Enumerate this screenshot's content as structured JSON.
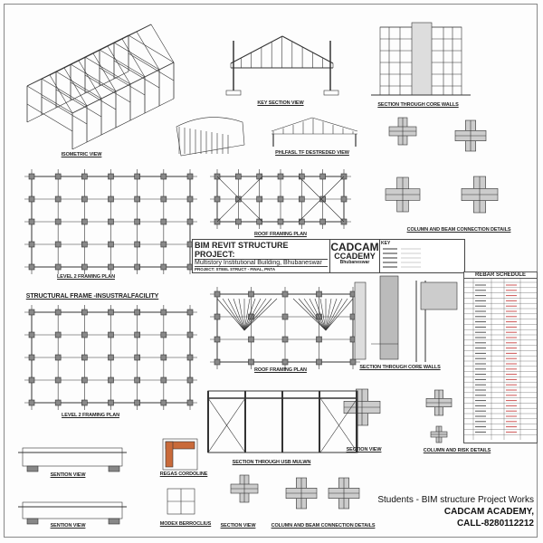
{
  "labels": [
    {
      "text": "ISOMETRIC VIEW"
    },
    {
      "text": "KEY SECTION VIEW"
    },
    {
      "text": "SECTION THROUGH CORE WALLS"
    },
    {
      "text": "PHLFASL TF DESTREDED VIEW"
    },
    {
      "text": "LEVEL 2 FRAMING PLAN"
    },
    {
      "text": "ROOF FRAMING PLAN"
    },
    {
      "text": "COLUMN AND BEAM CONNECTION DETAILS"
    },
    {
      "text": "STRUCTURAL FRAME -INSUSTRALFACILITY"
    },
    {
      "text": "LEVEL 2 FRAMING PLAN"
    },
    {
      "text": "ROOF FRAMING PLAN"
    },
    {
      "text": "SECTION THROUGH CORE WALLS"
    },
    {
      "text": "SECTION VIEW"
    },
    {
      "text": "COLUMN AND RISK DETAILS"
    },
    {
      "text": "SECTION THROUGH USB MULWN"
    },
    {
      "text": "SENTION VIEW"
    },
    {
      "text": "REGAS CORDOLINE"
    },
    {
      "text": "SENTION VIEW"
    },
    {
      "text": "MODEX BERROCLIUS"
    },
    {
      "text": "SECTION VIEW"
    },
    {
      "text": "COLUMN AND BEAM CONNECTION DETAILS"
    }
  ],
  "title_block": {
    "title": "BIM REVIT STRUCTURE PROJECT:",
    "subtitle": "Multistory Institutional Building, Bhubaneswar",
    "project": "PROJECT: STEEL STRUCT - FINAL, PNTA",
    "brand_1": "CADCAM",
    "brand_2": "CCADEMY",
    "brand_city": "Bhubaneswar",
    "key_label": "KEY"
  },
  "rebar_schedule": {
    "title": "REBAR SCHEDULE"
  },
  "credit": {
    "line1": "Students - BIM structure Project Works",
    "line2": "CADCAM ACADEMY,",
    "line3": "CALL-8280112212"
  }
}
